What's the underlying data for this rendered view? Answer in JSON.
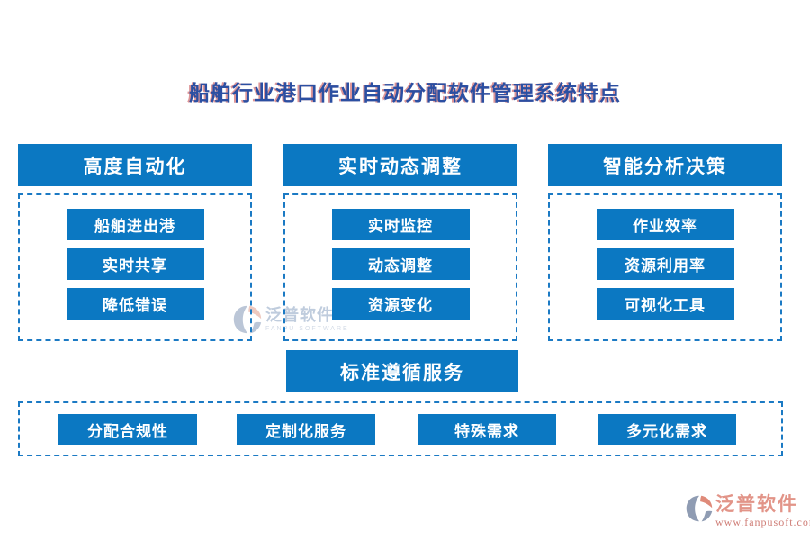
{
  "title": "船舶行业港口作业自动分配软件管理系统特点",
  "colors": {
    "primary_blue": "#0b78c2",
    "dashed_border_blue": "#1b7ac4",
    "title_blue": "#2b4fa2",
    "title_shadow_red": "#c13e42",
    "watermark_blue": "#b5c4d8",
    "logo_gray": "#8f9cb3",
    "logo_salmon": "#df8a79",
    "footer_brand_red": "#e29488",
    "footer_url_red": "#cf7d76"
  },
  "columns": [
    {
      "header": "高度自动化",
      "items": [
        "船舶进出港",
        "实时共享",
        "降低错误"
      ]
    },
    {
      "header": "实时动态调整",
      "items": [
        "实时监控",
        "动态调整",
        "资源变化"
      ]
    },
    {
      "header": "智能分析决策",
      "items": [
        "作业效率",
        "资源利用率",
        "可视化工具"
      ]
    }
  ],
  "bottom": {
    "header": "标准遵循服务",
    "items": [
      "分配合规性",
      "定制化服务",
      "特殊需求",
      "多元化需求"
    ]
  },
  "watermark": {
    "brand": "泛普软件",
    "subtext": "FANPU SOFTWARE"
  },
  "footer": {
    "brand": "泛普软件",
    "url": "www.fanpusoft.com"
  }
}
